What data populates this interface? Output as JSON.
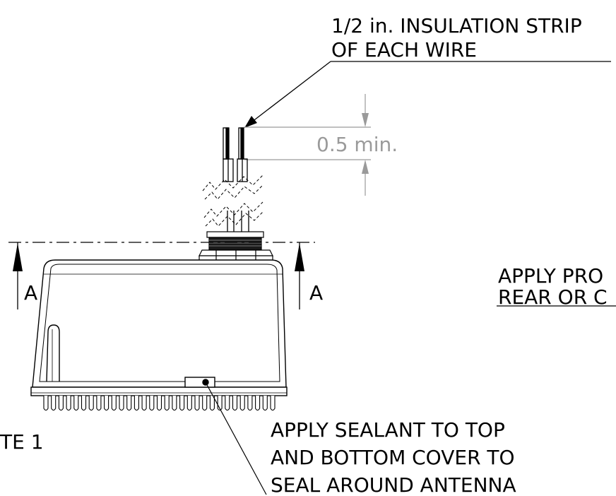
{
  "callouts": {
    "insulation_strip": {
      "line1": "1/2 in. INSULATION STRIP",
      "line2": "OF EACH WIRE"
    },
    "dimension": "0.5 min.",
    "apply_pro": {
      "line1": "APPLY PRO",
      "line2": "REAR OR C"
    },
    "sealant": {
      "line1": "APPLY SEALANT TO TOP",
      "line2": "AND BOTTOM COVER TO",
      "line3": "SEAL AROUND ANTENNA"
    },
    "note": "TE 1",
    "section_left": "A",
    "section_right": "A"
  },
  "colors": {
    "line": "#000000",
    "dimension": "#9a9a9a",
    "background": "#ffffff"
  }
}
